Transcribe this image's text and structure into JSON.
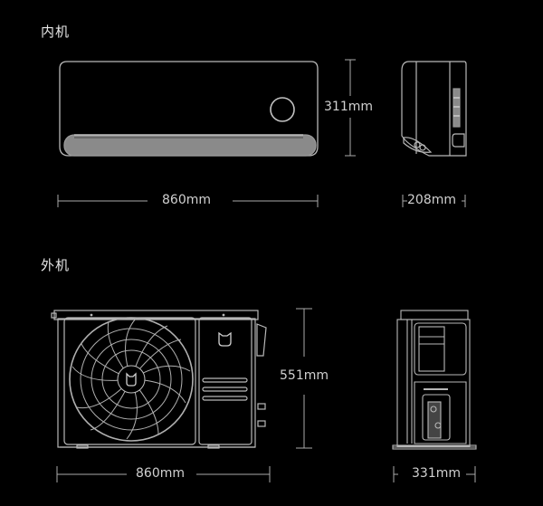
{
  "indoor": {
    "title": "内机",
    "width_label": "860mm",
    "height_label": "311mm",
    "depth_label": "208mm"
  },
  "outdoor": {
    "title": "外机",
    "width_label": "860mm",
    "height_label": "551mm",
    "depth_label": "331mm"
  },
  "colors": {
    "background": "#000000",
    "line": "#bdbdbd",
    "panel_fill": "#8a8a8a",
    "text": "#d8d8d8"
  }
}
